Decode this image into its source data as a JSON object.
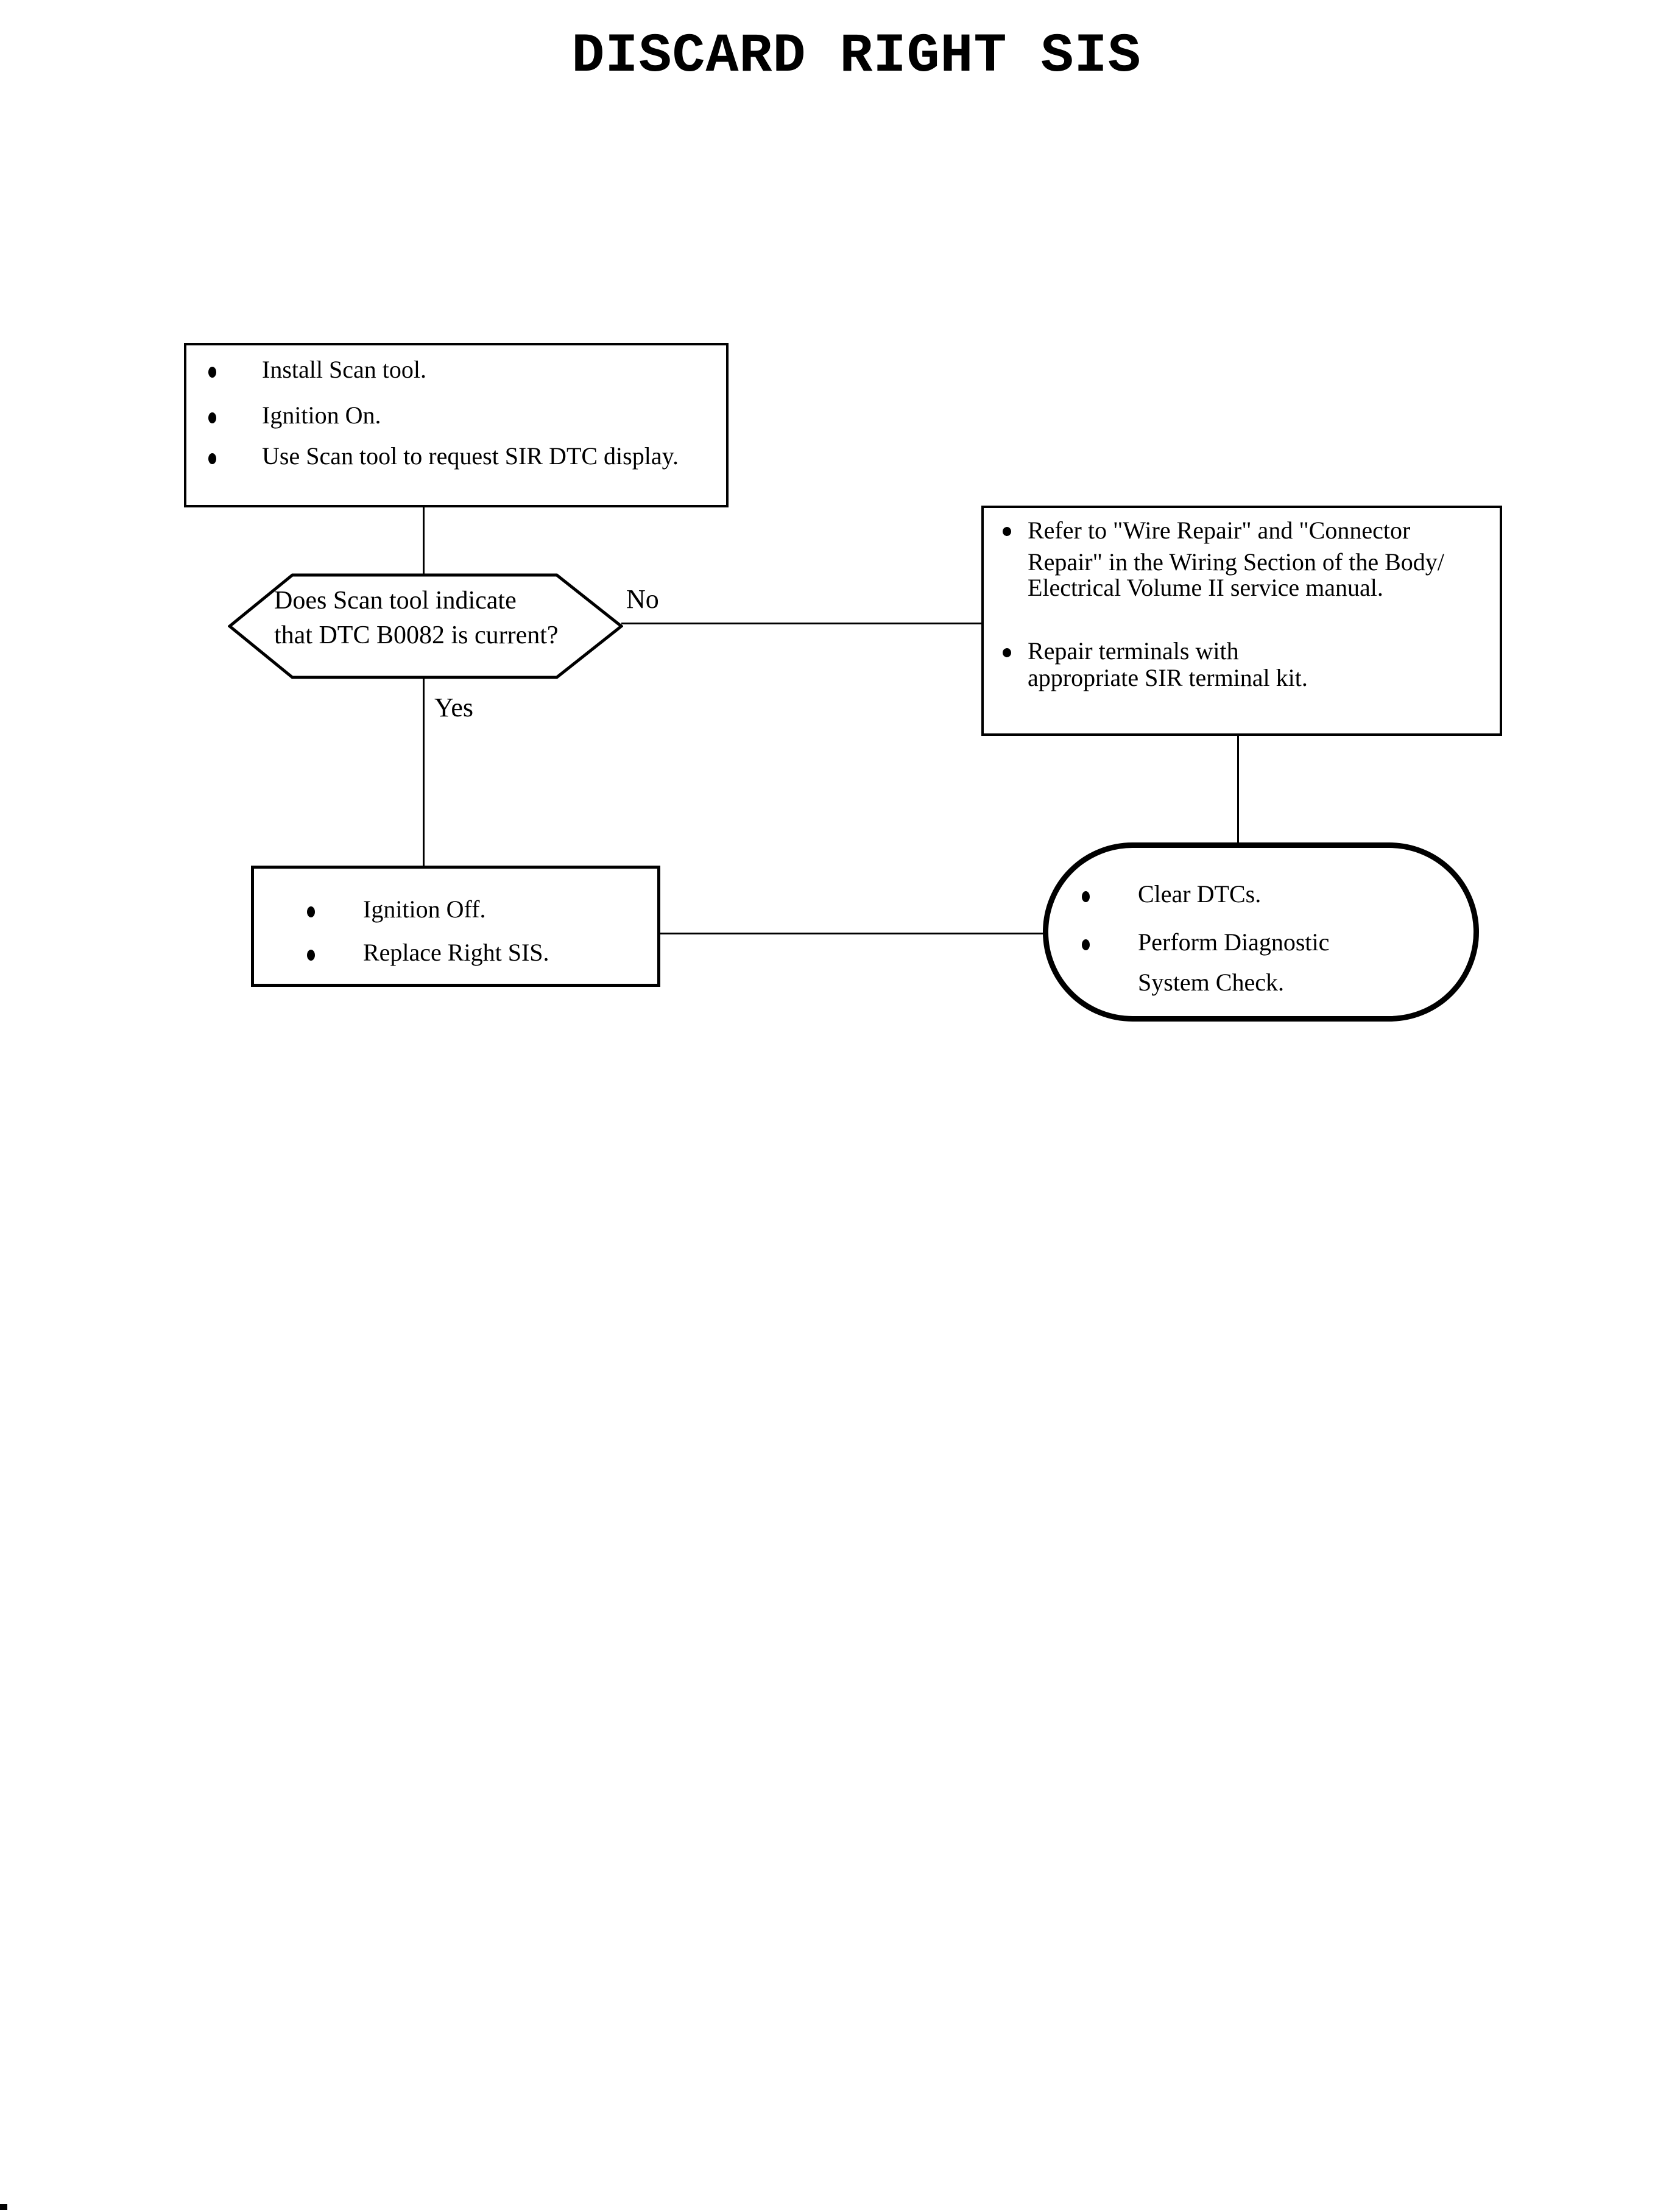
{
  "page": {
    "title": "DISCARD RIGHT SIS"
  },
  "start_box": {
    "items": [
      "Install Scan tool.",
      "Ignition On.",
      "Use Scan tool to request SIR DTC display."
    ]
  },
  "decision": {
    "lines": [
      "Does Scan tool indicate",
      "that DTC B0082 is current?"
    ]
  },
  "labels": {
    "no": "No",
    "yes": "Yes"
  },
  "repair_box": {
    "bullets": [
      {
        "lines": [
          "Refer to \"Wire Repair\" and \"Connector",
          "Repair\" in the Wiring Section of the Body/",
          "Electrical Volume II service manual."
        ]
      },
      {
        "lines": [
          "Repair terminals with",
          "appropriate SIR terminal kit."
        ]
      }
    ]
  },
  "replace_box": {
    "items": [
      "Ignition Off.",
      "Replace Right SIS."
    ]
  },
  "end_terminal": {
    "bullets": [
      {
        "lines": [
          "Clear DTCs."
        ]
      },
      {
        "lines": [
          "Perform Diagnostic",
          "System Check."
        ]
      }
    ]
  },
  "colors": {
    "ink": "#000000",
    "paper": "#ffffff"
  }
}
